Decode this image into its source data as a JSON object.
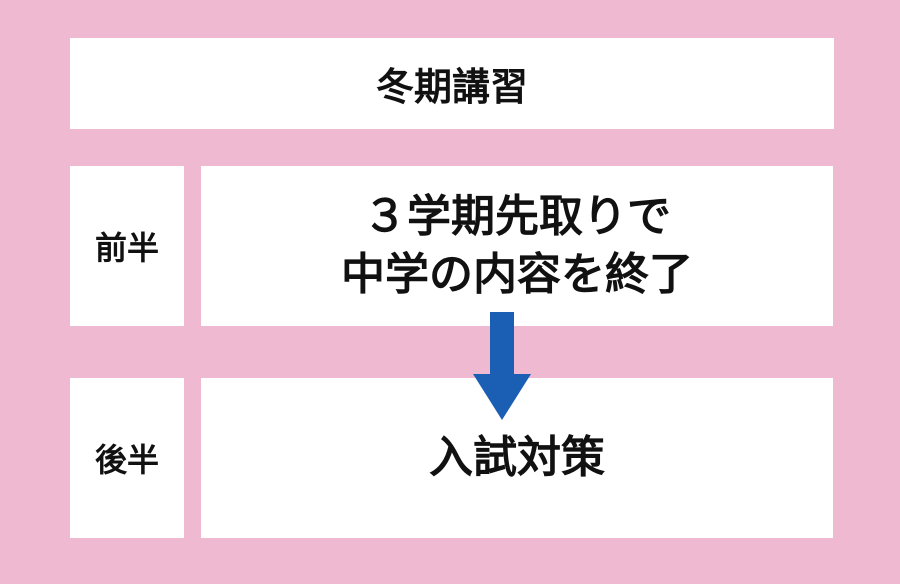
{
  "header": {
    "title": "冬期講習"
  },
  "rows": [
    {
      "label": "前半",
      "line1": "３学期先取りで",
      "line2": "中学の内容を終了"
    },
    {
      "label": "後半",
      "content": "入試対策"
    }
  ],
  "colors": {
    "background": "#f0b9d2",
    "box": "#ffffff",
    "arrow": "#1a5fb4",
    "text": "#111111"
  },
  "icons": {
    "flow_arrow": "down-arrow-icon"
  }
}
